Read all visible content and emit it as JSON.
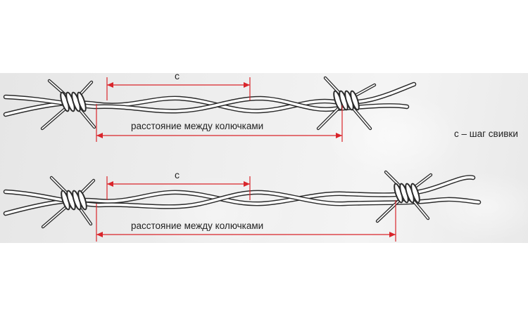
{
  "wires": [
    {
      "pitch_label": "c",
      "distance_label": "расстояние между колючками"
    },
    {
      "pitch_label": "c",
      "distance_label": "расстояние между колючками"
    }
  ],
  "legend": {
    "text": "c – шаг свивки"
  },
  "colors": {
    "dimension": "#d9252b",
    "wire_stroke": "#2a2a2a",
    "wire_fill": "#ffffff",
    "background": "#ececec"
  }
}
